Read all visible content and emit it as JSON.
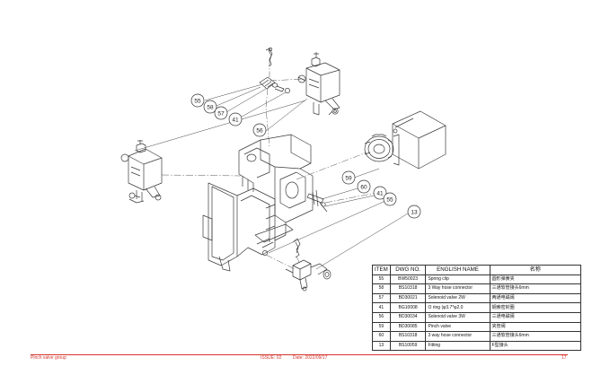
{
  "callouts": [
    {
      "id": "c55a",
      "label": "55"
    },
    {
      "id": "c58",
      "label": "58"
    },
    {
      "id": "c57",
      "label": "57"
    },
    {
      "id": "c41a",
      "label": "41"
    },
    {
      "id": "c56",
      "label": "56"
    },
    {
      "id": "c59",
      "label": "59"
    },
    {
      "id": "c60",
      "label": "60"
    },
    {
      "id": "c41b",
      "label": "41"
    },
    {
      "id": "c55b",
      "label": "55"
    },
    {
      "id": "c13",
      "label": "13"
    }
  ],
  "bom": {
    "headers": {
      "item": "ITEM",
      "dwg": "DWG NO.",
      "english": "ENGLISH NAME",
      "chinese": "名称"
    },
    "rows": [
      {
        "item": "55",
        "dwg": "BW50023",
        "english": "Spring clip",
        "chinese": "圆形弹簧夹"
      },
      {
        "item": "58",
        "dwg": "BS10318",
        "english": "3 Way hose connector",
        "chinese": "三通软管接头6mm"
      },
      {
        "item": "57",
        "dwg": "BD30021",
        "english": "Solenoid valve 2W",
        "chinese": "两通电磁阀"
      },
      {
        "item": "41",
        "dwg": "BG10008",
        "english": "O ring (φ3.7*φ2.0",
        "chinese": "钢索密封圈"
      },
      {
        "item": "56",
        "dwg": "BD30034",
        "english": "Solenoid valve 3W",
        "chinese": "三通电磁阀"
      },
      {
        "item": "59",
        "dwg": "BD30085",
        "english": "Pinch valve",
        "chinese": "夹管阀"
      },
      {
        "item": "60",
        "dwg": "BS10318",
        "english": "3 way hose connector",
        "chinese": "三通软管接头6mm"
      },
      {
        "item": "13",
        "dwg": "BS10059",
        "english": "Fitting",
        "chinese": "F型接头"
      }
    ]
  },
  "footer": {
    "title": "Pinch valve group",
    "issue": "ISSUE: 02",
    "date": "Date: 2022/09/17",
    "page": "17"
  }
}
